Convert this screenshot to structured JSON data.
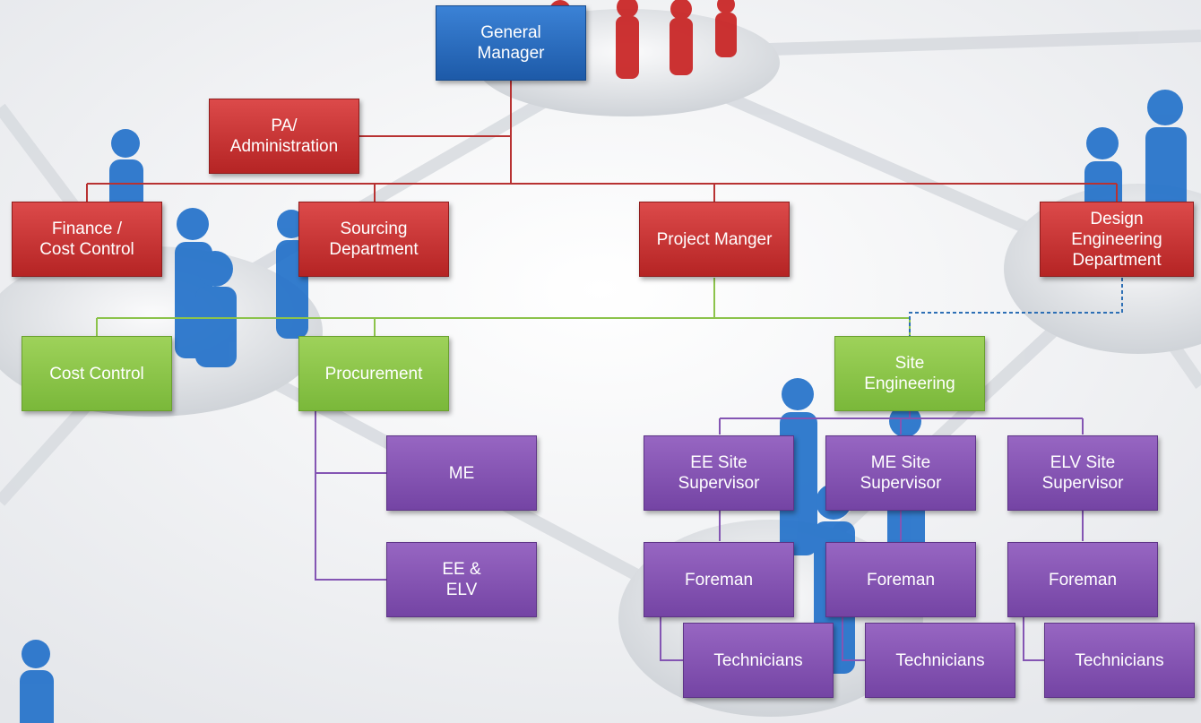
{
  "colors": {
    "top": "#2f6fc0",
    "red": "#c53030",
    "green": "#8cc34b",
    "purple": "#8455b3",
    "red_line": "#b83232",
    "green_line": "#8cc34b",
    "purple_line": "#8455b3",
    "dashed_line": "#2d6fb5"
  },
  "background": {
    "description_icons": [
      "person-icon",
      "network-node-icon"
    ]
  },
  "nodes": {
    "general_manager": "General\nManager",
    "pa_admin": "PA/\nAdministration",
    "finance": "Finance /\nCost Control",
    "sourcing": "Sourcing\nDepartment",
    "project_manager": "Project Manger",
    "design_engineering": "Design\nEngineering\nDepartment",
    "cost_control": "Cost Control",
    "procurement": "Procurement",
    "site_engineering": "Site\nEngineering",
    "proc_me": "ME",
    "proc_ee_elv": "EE &\nELV",
    "ee_supervisor": "EE Site\nSupervisor",
    "me_supervisor": "ME Site\nSupervisor",
    "elv_supervisor": "ELV Site\nSupervisor",
    "foreman_1": "Foreman",
    "foreman_2": "Foreman",
    "foreman_3": "Foreman",
    "technicians_1": "Technicians",
    "technicians_2": "Technicians",
    "technicians_3": "Technicians"
  }
}
